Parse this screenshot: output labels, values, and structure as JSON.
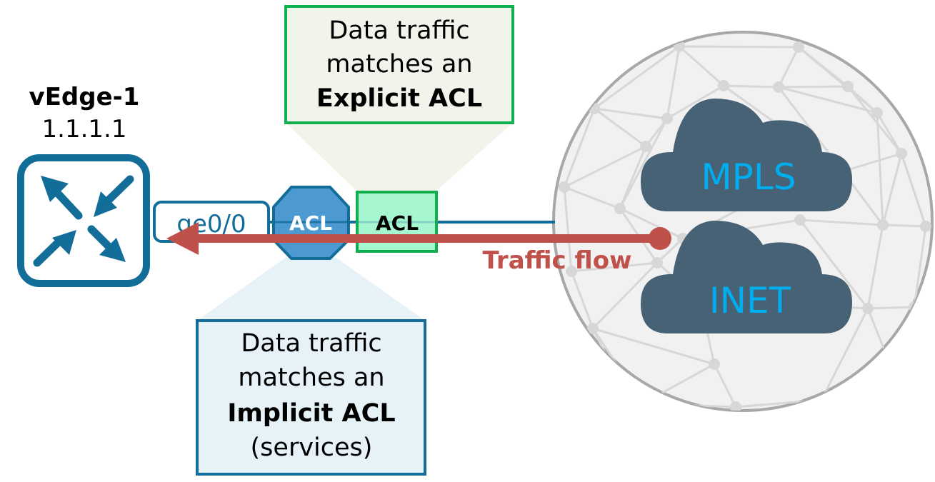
{
  "device": {
    "name": "vEdge-1",
    "ip": "1.1.1.1",
    "icon": "router-icon",
    "interface": "ge0/0"
  },
  "acls": {
    "implicit_label": "ACL",
    "explicit_label": "ACL"
  },
  "callouts": {
    "explicit": {
      "line1": "Data traffic",
      "line2": "matches an",
      "line3": "Explicit ACL"
    },
    "implicit": {
      "line1": "Data traffic",
      "line2": "matches an",
      "line3": "Implicit ACL",
      "line4": "(services)"
    }
  },
  "flow": {
    "label": "Traffic flow"
  },
  "clouds": [
    {
      "label": "MPLS"
    },
    {
      "label": "INET"
    }
  ],
  "colors": {
    "router_blue": "#136d99",
    "implicit_acl_fill": "#4d9ad3",
    "explicit_acl_fill": "#a6f6d0",
    "explicit_border": "#10b050",
    "explicit_bg": "#f1f4ea",
    "implicit_bg": "#e6f2f8",
    "flow_red": "#c0504a",
    "cloud_fill": "#476275",
    "cloud_text": "#00aeef",
    "globe_fill": "#f1f1f1",
    "globe_stroke": "#a8a8a8",
    "mesh": "#d7d7d7"
  }
}
